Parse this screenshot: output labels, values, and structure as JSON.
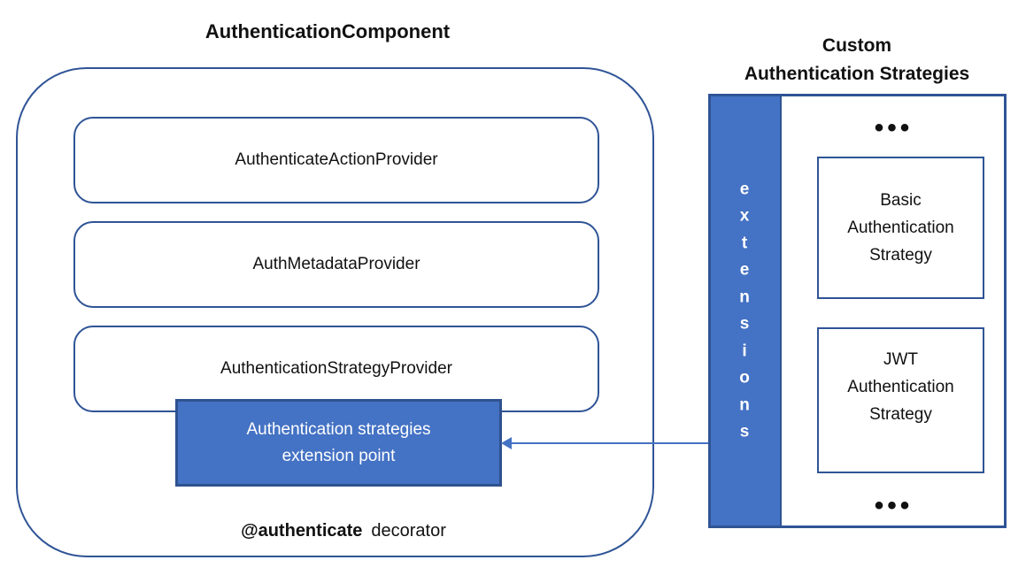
{
  "colors": {
    "accent_fill": "#4472c4",
    "accent_border": "#2f528f",
    "line_navy": "#2f5496",
    "text_dark": "#111111",
    "text_white": "#ffffff"
  },
  "left_panel": {
    "title": "AuthenticationComponent",
    "providers": [
      {
        "label": "AuthenticateActionProvider"
      },
      {
        "label": "AuthMetadataProvider"
      },
      {
        "label": "AuthenticationStrategyProvider"
      }
    ],
    "extension_point_label": "Authentication strategies\nextension point",
    "decorator": {
      "bold": "@authenticate",
      "regular": "decorator"
    }
  },
  "right_panel": {
    "title": "Custom\nAuthentication Strategies",
    "extensions_label": "extensions",
    "ellipsis_top": "•••",
    "ellipsis_bottom": "•••",
    "strategies": [
      {
        "label": "Basic\nAuthentication\nStrategy"
      },
      {
        "label": "JWT\nAuthentication\nStrategy"
      }
    ]
  }
}
